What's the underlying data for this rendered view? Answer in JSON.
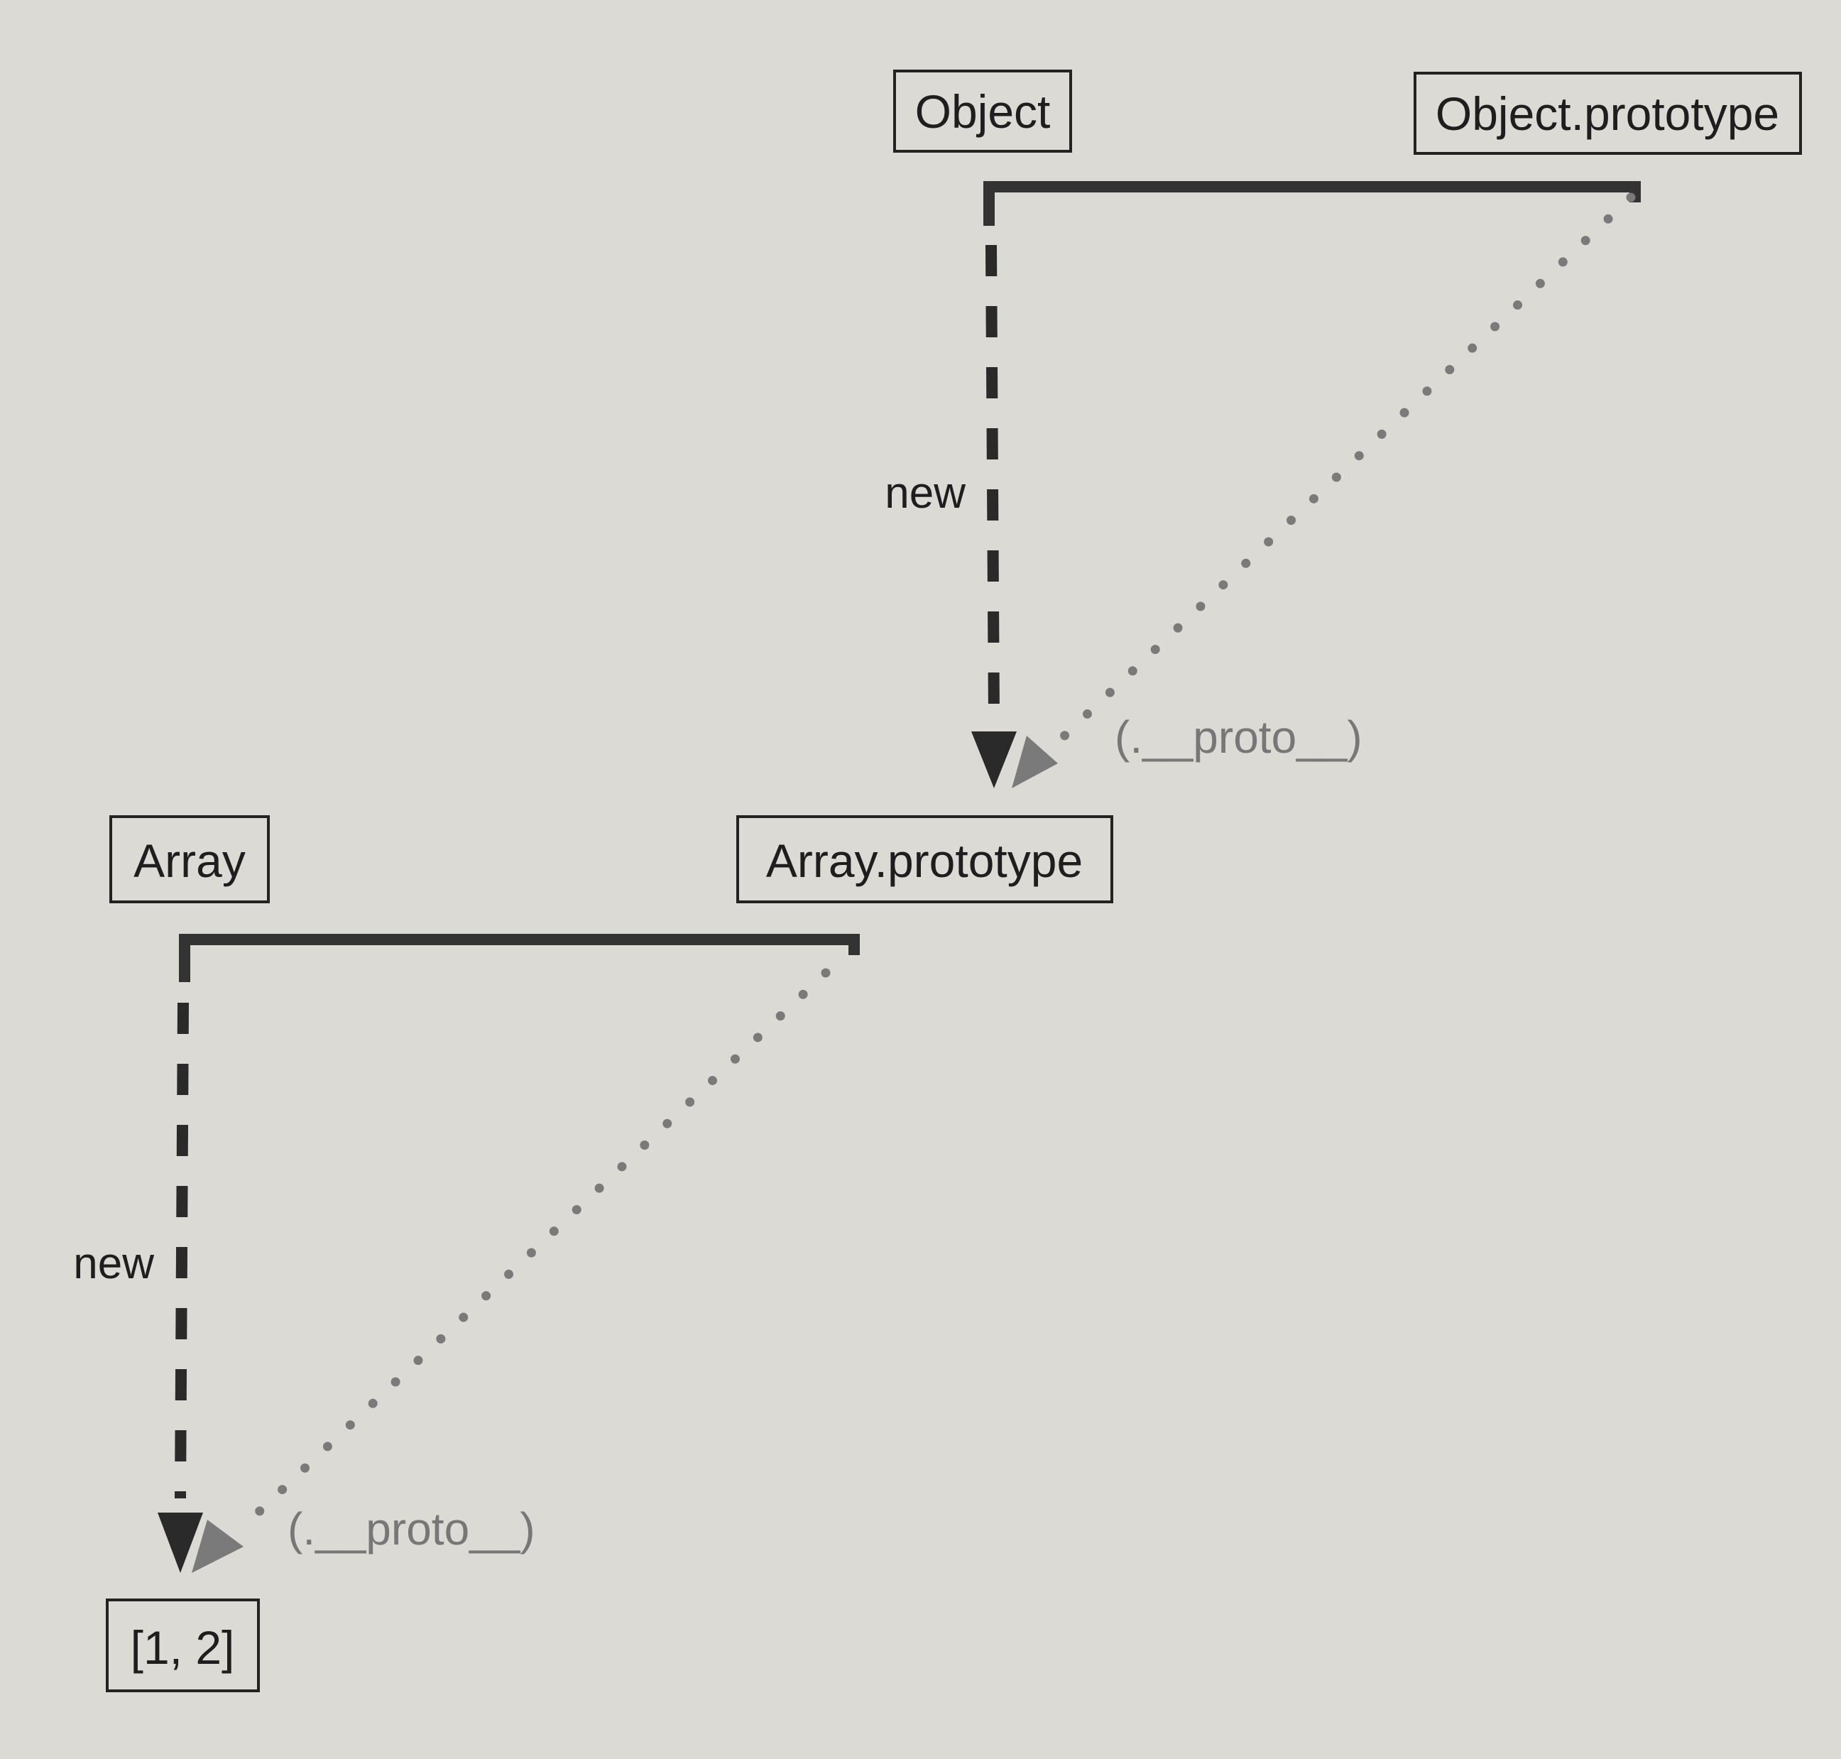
{
  "nodes": {
    "object": "Object",
    "object_prototype": "Object.prototype",
    "array": "Array",
    "array_prototype": "Array.prototype",
    "array_instance": "[1, 2]"
  },
  "edges": {
    "object_new": "new",
    "object_proto": "(.__proto__)",
    "array_new": "new",
    "array_proto": "(.__proto__)"
  },
  "colors": {
    "background": "#dcdad5",
    "solid_line": "#2a2a2a",
    "dotted_line": "#7a7a7a"
  }
}
